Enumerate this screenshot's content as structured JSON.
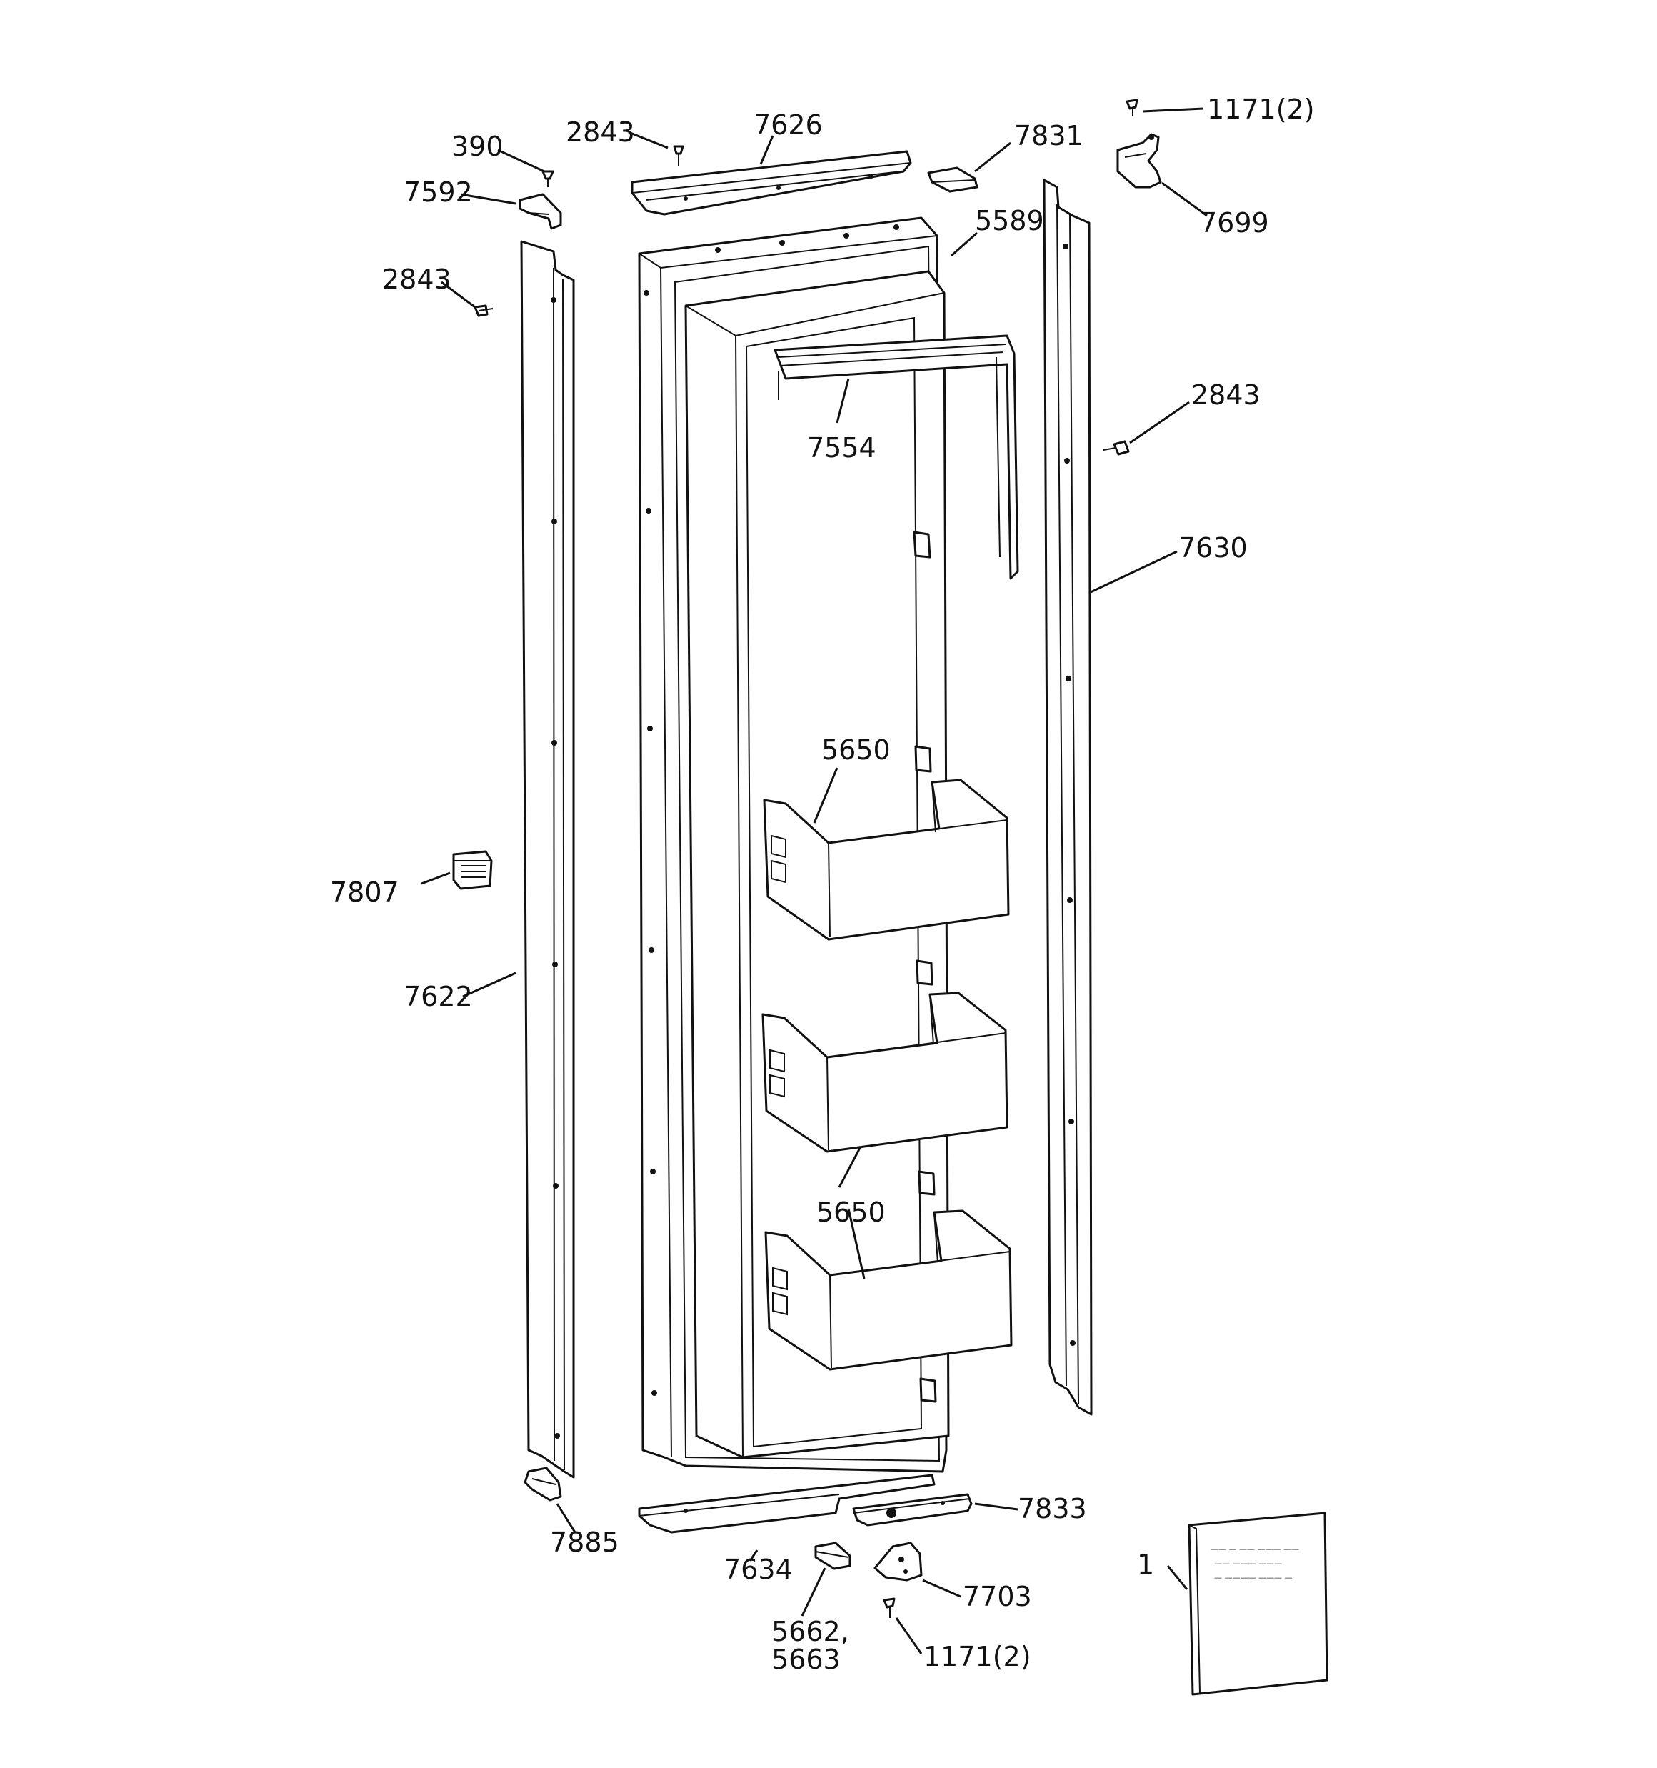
{
  "diagram": {
    "labels": [
      {
        "id": "1171-top",
        "text": "1171(2)"
      },
      {
        "id": "2843-top",
        "text": "2843"
      },
      {
        "id": "7626",
        "text": "7626"
      },
      {
        "id": "390",
        "text": "390"
      },
      {
        "id": "7831",
        "text": "7831"
      },
      {
        "id": "7592",
        "text": "7592"
      },
      {
        "id": "7699",
        "text": "7699"
      },
      {
        "id": "5589",
        "text": "5589"
      },
      {
        "id": "2843-left",
        "text": "2843"
      },
      {
        "id": "2843-right",
        "text": "2843"
      },
      {
        "id": "7554",
        "text": "7554"
      },
      {
        "id": "7630",
        "text": "7630"
      },
      {
        "id": "5650-a",
        "text": "5650"
      },
      {
        "id": "7807",
        "text": "7807"
      },
      {
        "id": "7622",
        "text": "7622"
      },
      {
        "id": "5650-b",
        "text": "5650"
      },
      {
        "id": "7833",
        "text": "7833"
      },
      {
        "id": "7885",
        "text": "7885"
      },
      {
        "id": "7634",
        "text": "7634"
      },
      {
        "id": "1",
        "text": "1"
      },
      {
        "id": "7703",
        "text": "7703"
      },
      {
        "id": "5662",
        "text": "5662,"
      },
      {
        "id": "5663",
        "text": "5663"
      },
      {
        "id": "1171-bottom",
        "text": "1171(2)"
      }
    ]
  }
}
